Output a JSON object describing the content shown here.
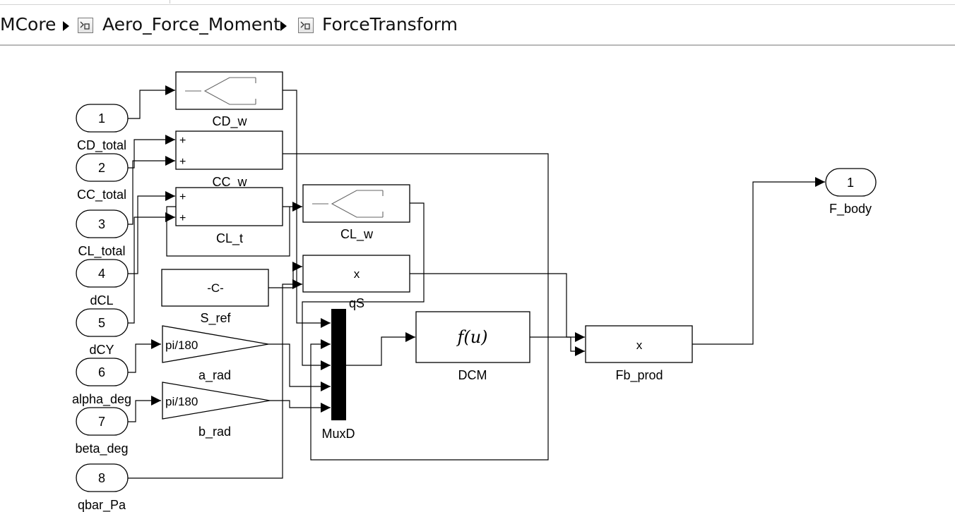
{
  "breadcrumb": {
    "items": [
      "MCore",
      "Aero_Force_Moment",
      "ForceTransform"
    ]
  },
  "inports": [
    {
      "num": "1",
      "name": "CD_total"
    },
    {
      "num": "2",
      "name": "CC_total"
    },
    {
      "num": "3",
      "name": "CL_total"
    },
    {
      "num": "4",
      "name": "dCL"
    },
    {
      "num": "5",
      "name": "dCY"
    },
    {
      "num": "6",
      "name": "alpha_deg"
    },
    {
      "num": "7",
      "name": "beta_deg"
    },
    {
      "num": "8",
      "name": "qbar_Pa"
    }
  ],
  "outports": [
    {
      "num": "1",
      "name": "F_body"
    }
  ],
  "blocks": {
    "cd_w": {
      "name": "CD_w"
    },
    "cc_w": {
      "name": "CC_w",
      "signs": [
        "+",
        "+"
      ]
    },
    "cl_t": {
      "name": "CL_t",
      "signs": [
        "+",
        "+"
      ]
    },
    "cl_w": {
      "name": "CL_w"
    },
    "s_ref": {
      "name": "S_ref",
      "content": "-C-"
    },
    "qs": {
      "name": "qS",
      "content": "x"
    },
    "a_rad": {
      "name": "a_rad",
      "content": "pi/180"
    },
    "b_rad": {
      "name": "b_rad",
      "content": "pi/180"
    },
    "muxd": {
      "name": "MuxD"
    },
    "dcm": {
      "name": "DCM",
      "content": "f(u)"
    },
    "fb_prod": {
      "name": "Fb_prod",
      "content": "x"
    }
  },
  "colors": {
    "line": "#000000",
    "block_fill": "#ffffff",
    "mux_fill": "#000000",
    "breadcrumb_border": "#b8b8b8"
  },
  "icons": {
    "crumb_separator": "triangle-right-icon",
    "subsystem": "subsystem-icon"
  }
}
